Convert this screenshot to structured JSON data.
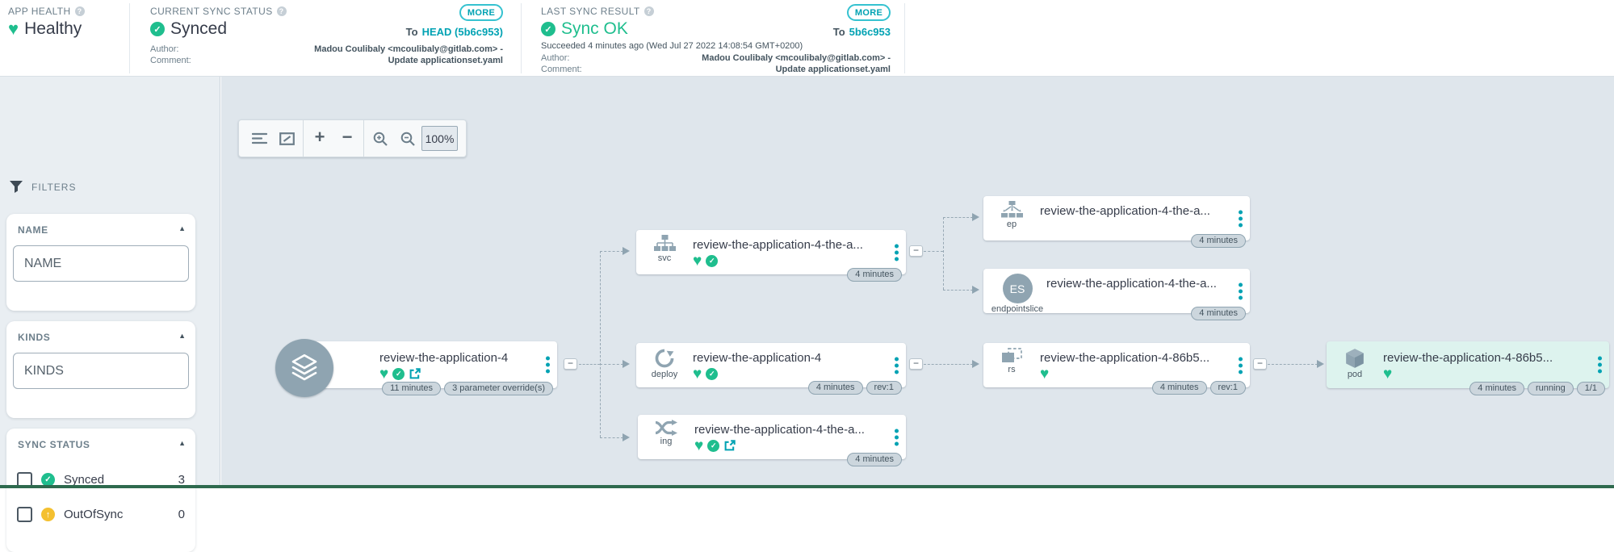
{
  "header": {
    "app_health": {
      "label": "APP HEALTH",
      "value": "Healthy"
    },
    "current_sync": {
      "label": "CURRENT SYNC STATUS",
      "more": "MORE",
      "value": "Synced",
      "to": "To",
      "revision": "HEAD (5b6c953)",
      "author_label": "Author:",
      "author": "Madou Coulibaly <mcoulibaly@gitlab.com> -",
      "comment_label": "Comment:",
      "comment": "Update applicationset.yaml"
    },
    "last_sync": {
      "label": "LAST SYNC RESULT",
      "more": "MORE",
      "value": "Sync OK",
      "to": "To",
      "revision": "5b6c953",
      "detail": "Succeeded 4 minutes ago (Wed Jul 27 2022 14:08:54 GMT+0200)",
      "author_label": "Author:",
      "author": "Madou Coulibaly <mcoulibaly@gitlab.com> -",
      "comment_label": "Comment:",
      "comment": "Update applicationset.yaml"
    }
  },
  "sidebar": {
    "title": "FILTERS",
    "name": {
      "title": "NAME",
      "placeholder": "NAME"
    },
    "kinds": {
      "title": "KINDS",
      "placeholder": "KINDS"
    },
    "sync_status": {
      "title": "SYNC STATUS",
      "options": [
        {
          "label": "Synced",
          "count": "3",
          "icon": "synced-check-icon"
        },
        {
          "label": "OutOfSync",
          "count": "0",
          "icon": "outofsync-arrow-icon"
        }
      ]
    }
  },
  "toolbar": {
    "plus": "+",
    "minus": "−",
    "zoom_level": "100%"
  },
  "graph": {
    "nodes": [
      {
        "icon": "application-layers-icon",
        "kind": "",
        "title": "review-the-application-4",
        "badges": [
          "11 minutes",
          "3 parameter override(s)"
        ]
      },
      {
        "icon": "service-icon",
        "kind": "svc",
        "title": "review-the-application-4-the-a...",
        "badges": [
          "4 minutes"
        ]
      },
      {
        "icon": "endpoint-icon",
        "kind": "ep",
        "title": "review-the-application-4-the-a...",
        "badges": [
          "4 minutes"
        ]
      },
      {
        "icon": "endpointslice-icon",
        "kind": "endpointslice",
        "avatar_text": "ES",
        "title": "review-the-application-4-the-a...",
        "badges": [
          "4 minutes"
        ]
      },
      {
        "icon": "deployment-icon",
        "kind": "deploy",
        "title": "review-the-application-4",
        "badges": [
          "4 minutes",
          "rev:1"
        ]
      },
      {
        "icon": "replicaset-icon",
        "kind": "rs",
        "title": "review-the-application-4-86b5...",
        "badges": [
          "4 minutes",
          "rev:1"
        ]
      },
      {
        "icon": "pod-icon",
        "kind": "pod",
        "title": "review-the-application-4-86b5...",
        "badges": [
          "4 minutes",
          "running",
          "1/1"
        ]
      },
      {
        "icon": "ingress-icon",
        "kind": "ing",
        "title": "review-the-application-4-the-a...",
        "badges": [
          "4 minutes"
        ]
      }
    ]
  },
  "colors": {
    "accent": "#00a2b3",
    "healthy_green": "#1fbe8e",
    "out_of_sync_yellow": "#f4c030"
  }
}
